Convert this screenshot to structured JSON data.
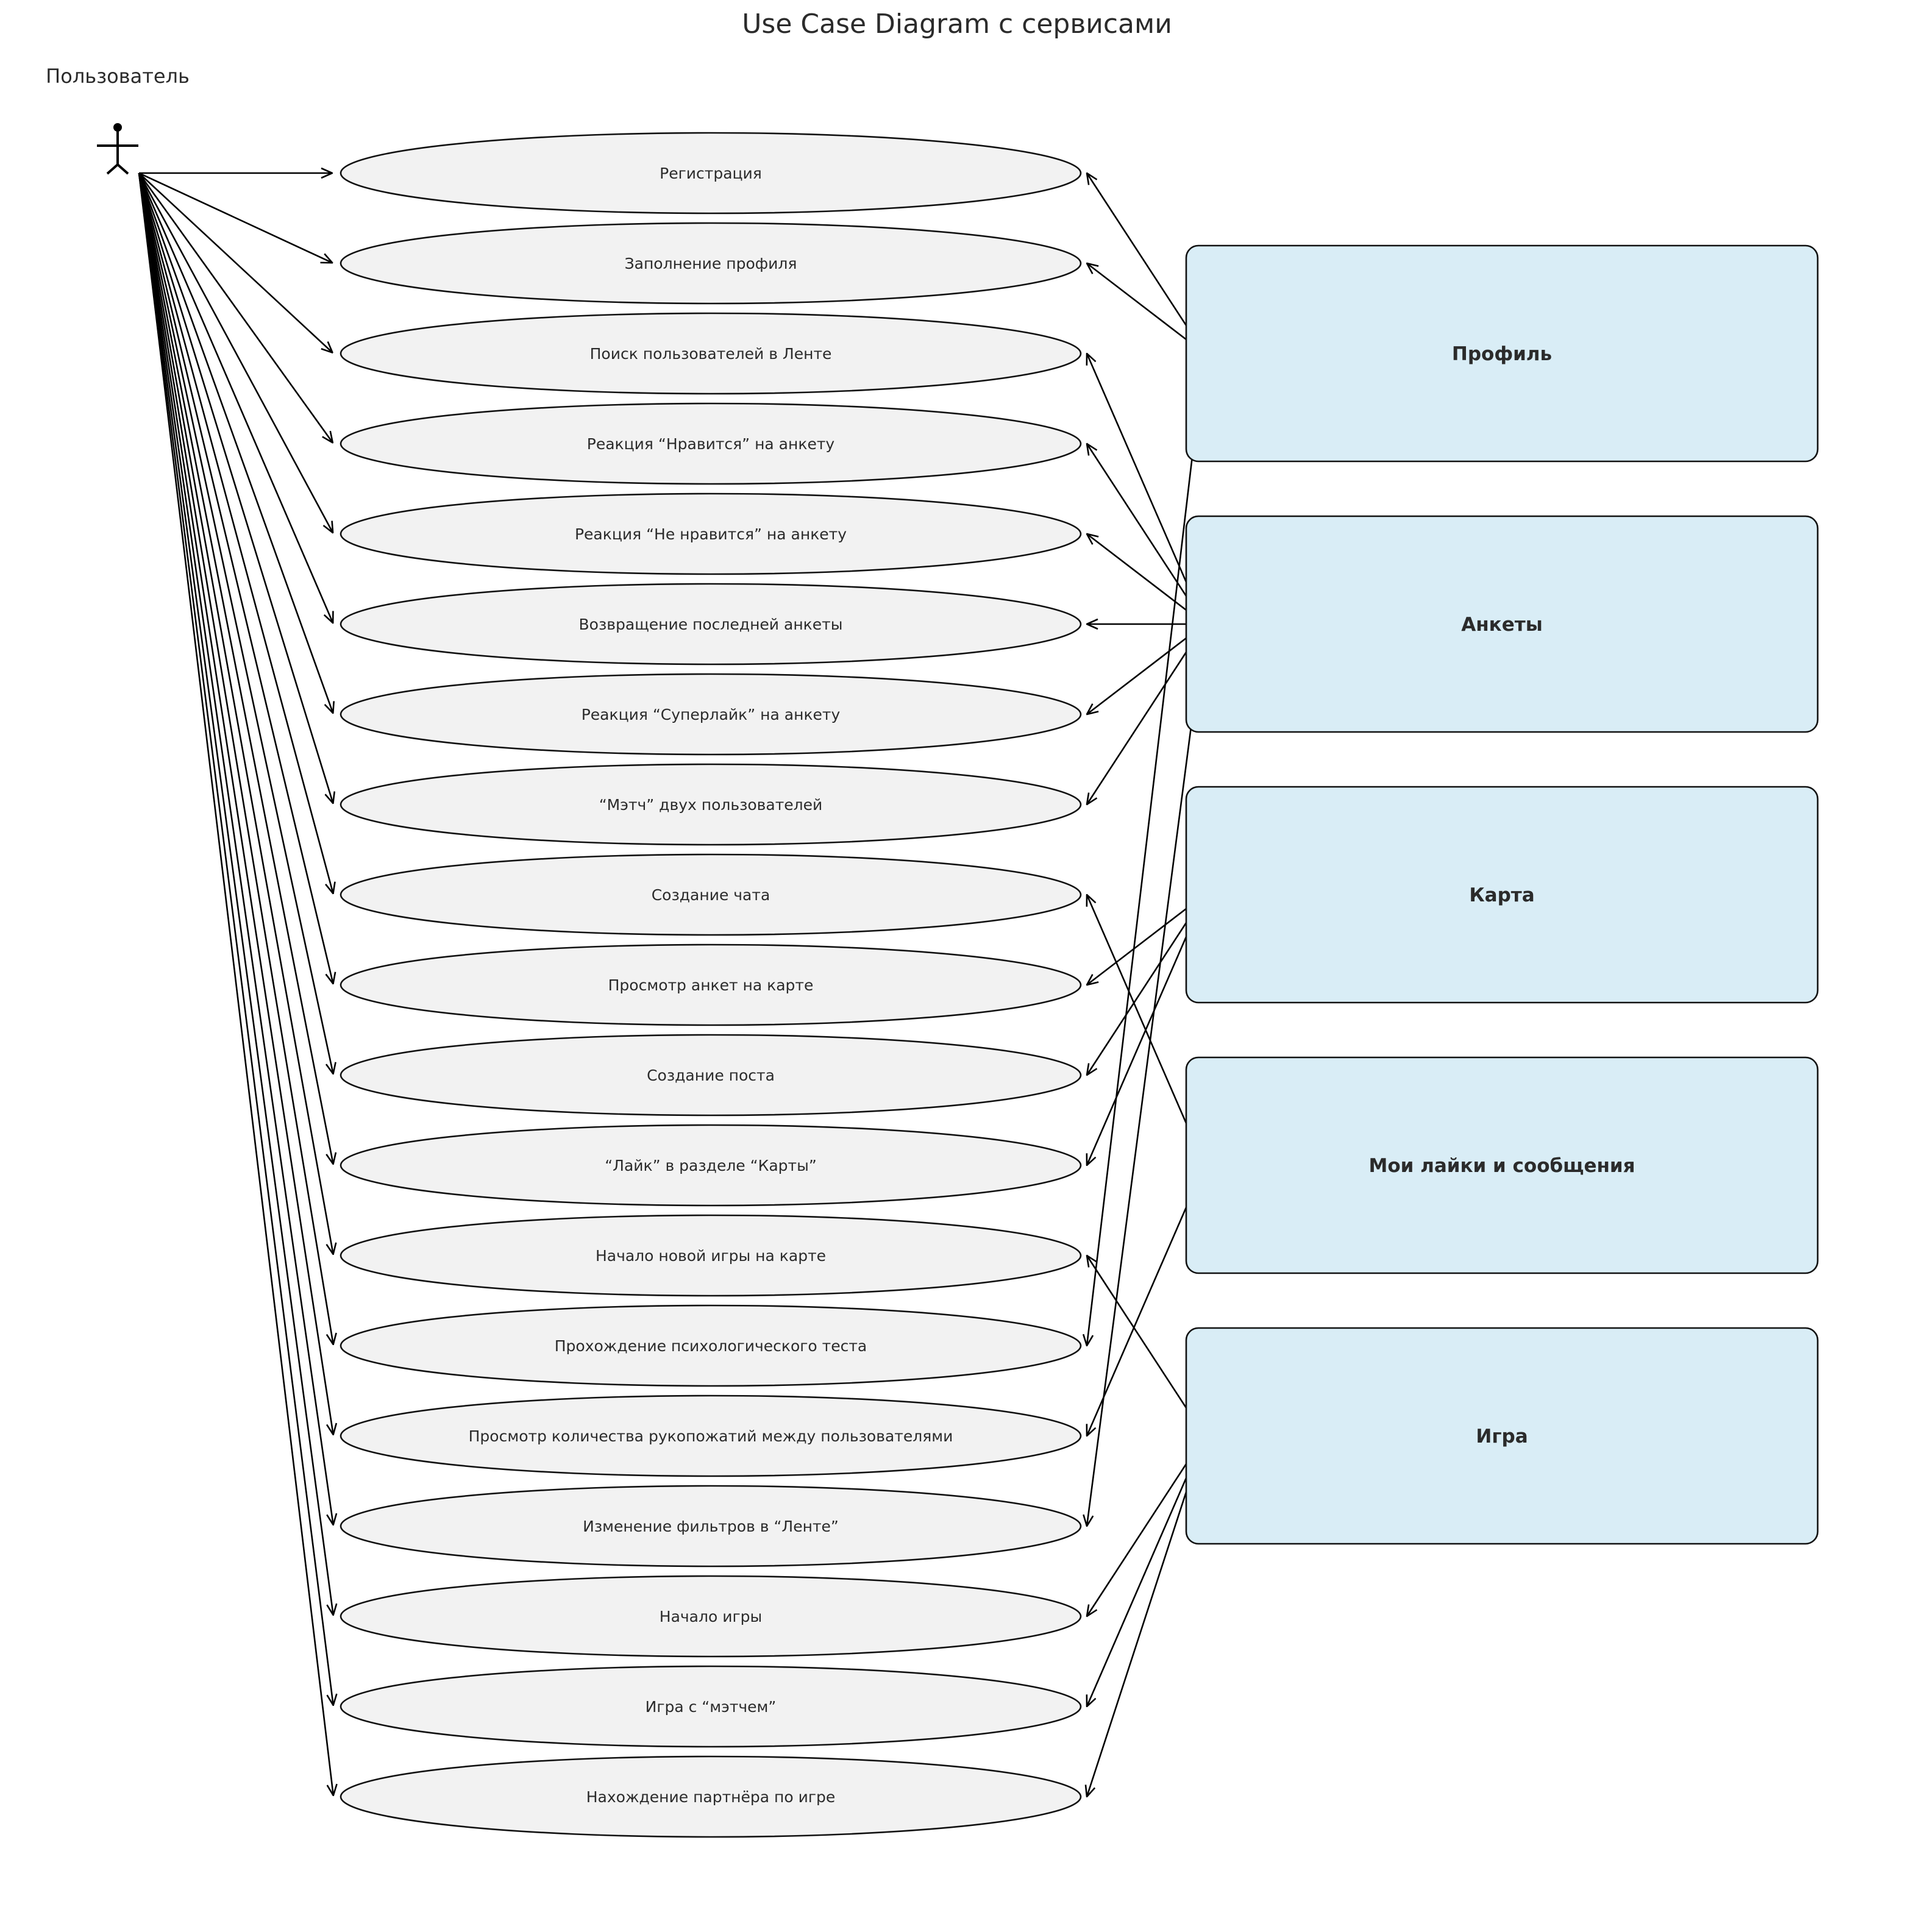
{
  "title": "Use Case Diagram с сервисами",
  "actor": {
    "label": "Пользователь",
    "icon": "stick-figure-icon"
  },
  "use_cases": [
    {
      "id": "uc01",
      "label": "Регистрация"
    },
    {
      "id": "uc02",
      "label": "Заполнение профиля"
    },
    {
      "id": "uc03",
      "label": "Поиск пользователей в Ленте"
    },
    {
      "id": "uc04",
      "label": "Реакция “Нравится” на анкету"
    },
    {
      "id": "uc05",
      "label": "Реакция “Не нравится” на анкету"
    },
    {
      "id": "uc06",
      "label": "Возвращение последней анкеты"
    },
    {
      "id": "uc07",
      "label": "Реакция “Суперлайк” на анкету"
    },
    {
      "id": "uc08",
      "label": "“Мэтч” двух пользователей"
    },
    {
      "id": "uc09",
      "label": "Создание чата"
    },
    {
      "id": "uc10",
      "label": "Просмотр анкет на карте"
    },
    {
      "id": "uc11",
      "label": "Создание поста"
    },
    {
      "id": "uc12",
      "label": "“Лайк” в разделе “Карты”"
    },
    {
      "id": "uc13",
      "label": "Начало новой игры на карте"
    },
    {
      "id": "uc14",
      "label": "Прохождение психологического теста"
    },
    {
      "id": "uc15",
      "label": "Просмотр количества рукопожатий между пользователями"
    },
    {
      "id": "uc16",
      "label": "Изменение фильтров в “Ленте”"
    },
    {
      "id": "uc17",
      "label": "Начало игры"
    },
    {
      "id": "uc18",
      "label": "Игра с “мэтчем”"
    },
    {
      "id": "uc19",
      "label": "Нахождение партнёра по игре"
    }
  ],
  "services": [
    {
      "id": "profile",
      "label": "Профиль",
      "links": [
        "uc01",
        "uc02",
        "uc14"
      ]
    },
    {
      "id": "ankety",
      "label": "Анкеты",
      "links": [
        "uc03",
        "uc04",
        "uc05",
        "uc06",
        "uc07",
        "uc08",
        "uc16"
      ]
    },
    {
      "id": "karta",
      "label": "Карта",
      "links": [
        "uc10",
        "uc11",
        "uc12"
      ]
    },
    {
      "id": "likes",
      "label": "Мои лайки и сообщения",
      "links": [
        "uc09",
        "uc15"
      ]
    },
    {
      "id": "igra",
      "label": "Игра",
      "links": [
        "uc13",
        "uc17",
        "uc18",
        "uc19"
      ]
    }
  ],
  "colors": {
    "use_case_fill": "#f2f2f2",
    "service_fill": "#d9edf6",
    "stroke": "#111111",
    "text": "#2b2b2b"
  }
}
